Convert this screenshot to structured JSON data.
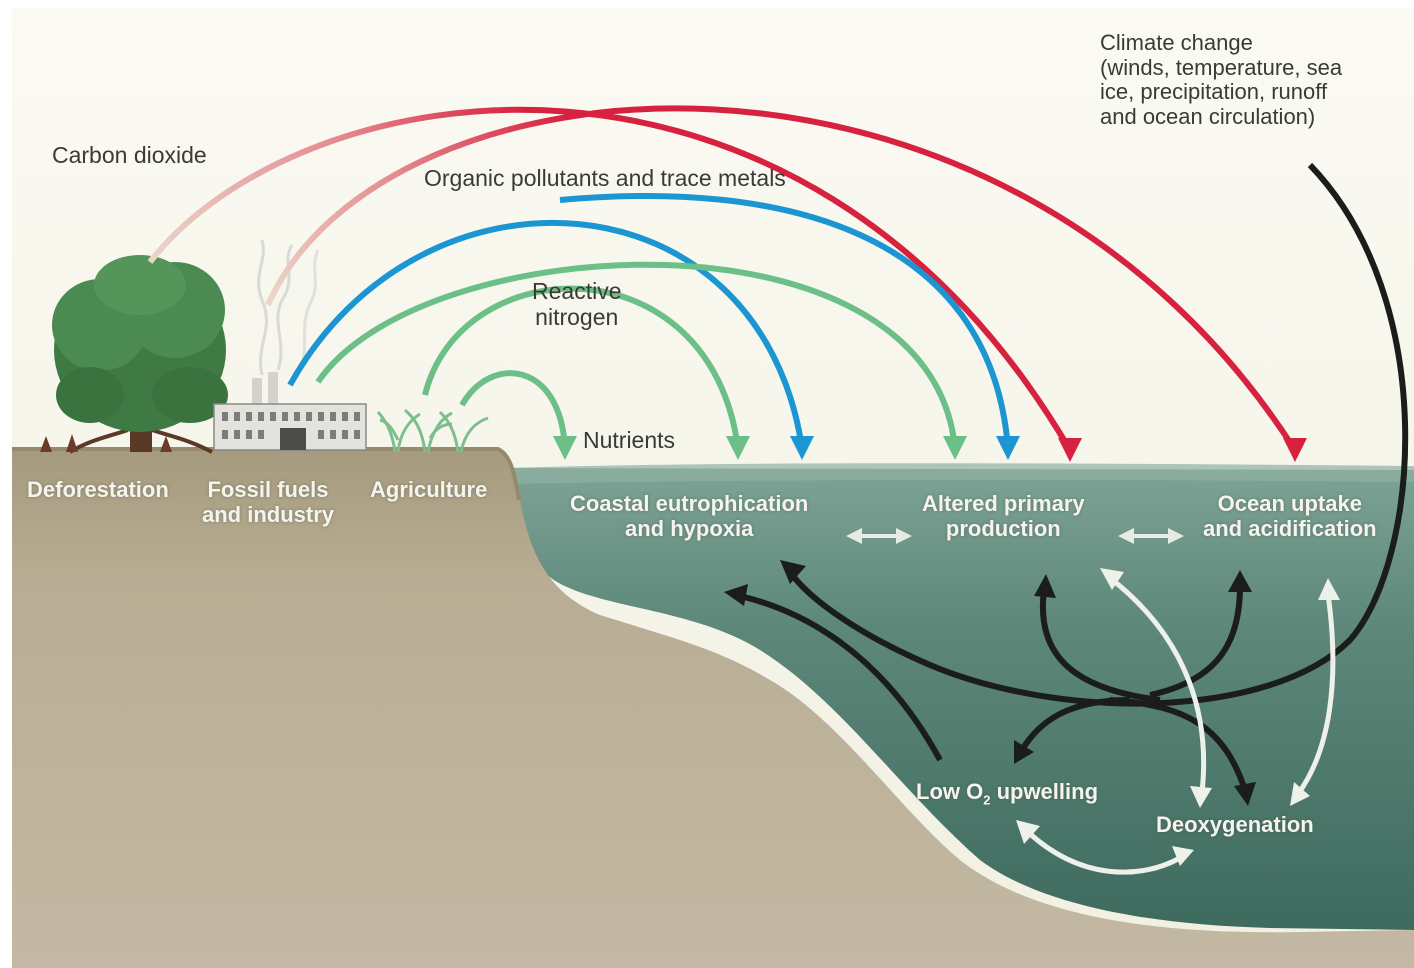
{
  "labels": {
    "carbon_dioxide": "Carbon dioxide",
    "organic_pollutants": "Organic pollutants and trace metals",
    "reactive_nitrogen": [
      "Reactive",
      "nitrogen"
    ],
    "nutrients": "Nutrients",
    "climate_change": [
      "Climate change",
      "(winds, temperature, sea",
      "ice, precipitation, runoff",
      "and ocean circulation)"
    ],
    "deforestation": "Deforestation",
    "fossil_fuels": [
      "Fossil fuels",
      "and industry"
    ],
    "agriculture": "Agriculture",
    "coastal_eutrophication": [
      "Coastal eutrophication",
      "and hypoxia"
    ],
    "altered_primary_production": [
      "Altered primary",
      "production"
    ],
    "ocean_uptake": [
      "Ocean uptake",
      "and acidification"
    ],
    "low_o2_upwelling": {
      "prefix": "Low O",
      "subscript": "2",
      "suffix": " upwelling"
    },
    "deoxygenation": "Deoxygenation"
  },
  "colors": {
    "sky": "#f7f6ec",
    "land": "#b0a68e",
    "water": "#547e72",
    "carbon_arrow": "#d7223f",
    "pollutant_arrow": "#1b96d3",
    "nitrogen_arrow": "#6cbf86",
    "feedback_dark": "#1a1d1b",
    "feedback_light": "#eef0ea"
  }
}
